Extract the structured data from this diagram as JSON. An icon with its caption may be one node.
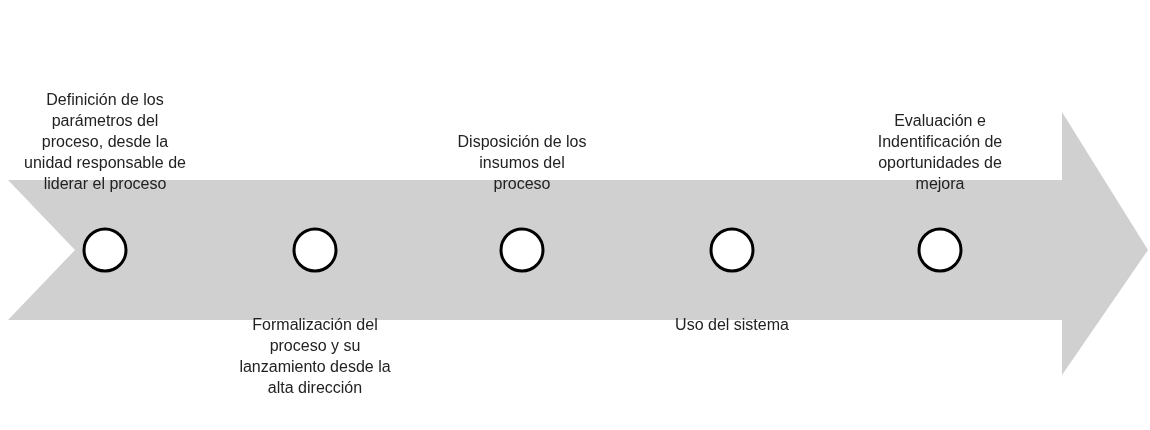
{
  "diagram": {
    "nodes": [
      {
        "text": [],
        "shape": "circle",
        "beside": [
          "Definición de los parámetros del proceso, desde la unidad responsable de liderar el proceso"
        ]
      },
      {
        "text": [],
        "shape": "circle",
        "beside": [
          "Formalización del proceso y su lanzamiento desde la alta dirección"
        ]
      },
      {
        "text": [],
        "shape": "circle",
        "beside": [
          "Disposición de los insumos del proceso"
        ]
      },
      {
        "text": [],
        "shape": "circle",
        "beside": [
          "Uso del sistema"
        ]
      },
      {
        "text": [],
        "shape": "circle",
        "beside": [
          "Evaluación e Indentificación de oportunidades de mejora"
        ]
      }
    ],
    "edges": []
  }
}
